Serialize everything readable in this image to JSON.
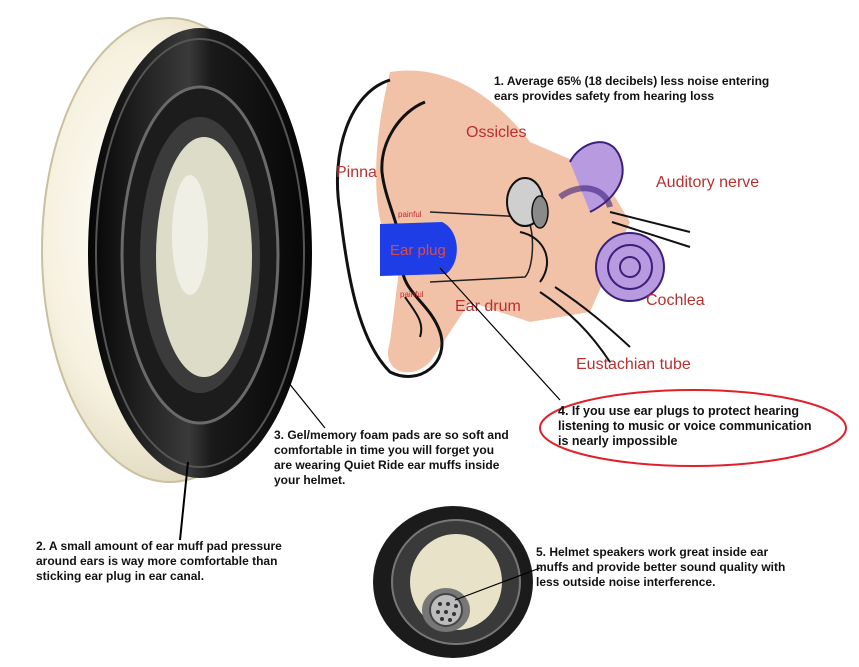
{
  "colors": {
    "label_red": "#b83030",
    "skin": "#f2c2a8",
    "ear_plug": "#1f3de6",
    "inner_ear": "#b79ae0",
    "callout_ring": "#e0202a",
    "pad_black": "#111111",
    "pad_cream": "#f3eedb"
  },
  "notes": {
    "n1": "1. Average 65% (18 decibels) less noise entering\nears provides safety from hearing loss",
    "n2": "2. A small amount of ear muff pad pressure\naround ears is way more comfortable than\nsticking ear plug in ear canal.",
    "n3": "3. Gel/memory foam pads are so soft and\ncomfortable in time you will forget you\nare wearing Quiet Ride ear muffs inside\nyour helmet.",
    "n4": "4. If you use ear plugs to protect hearing\nlistening to music or voice communication\nis nearly impossible",
    "n5": "5. Helmet speakers work great inside ear\nmuffs and provide better sound quality with\nless outside noise interference."
  },
  "labels": {
    "pinna": "Pinna",
    "ossicles": "Ossicles",
    "auditory_nerve": "Auditory nerve",
    "ear_plug": "Ear plug",
    "painful_top": "painful",
    "painful_bottom": "painful",
    "ear_drum": "Ear drum",
    "cochlea": "Cochlea",
    "eustachian_tube": "Eustachian tube"
  }
}
